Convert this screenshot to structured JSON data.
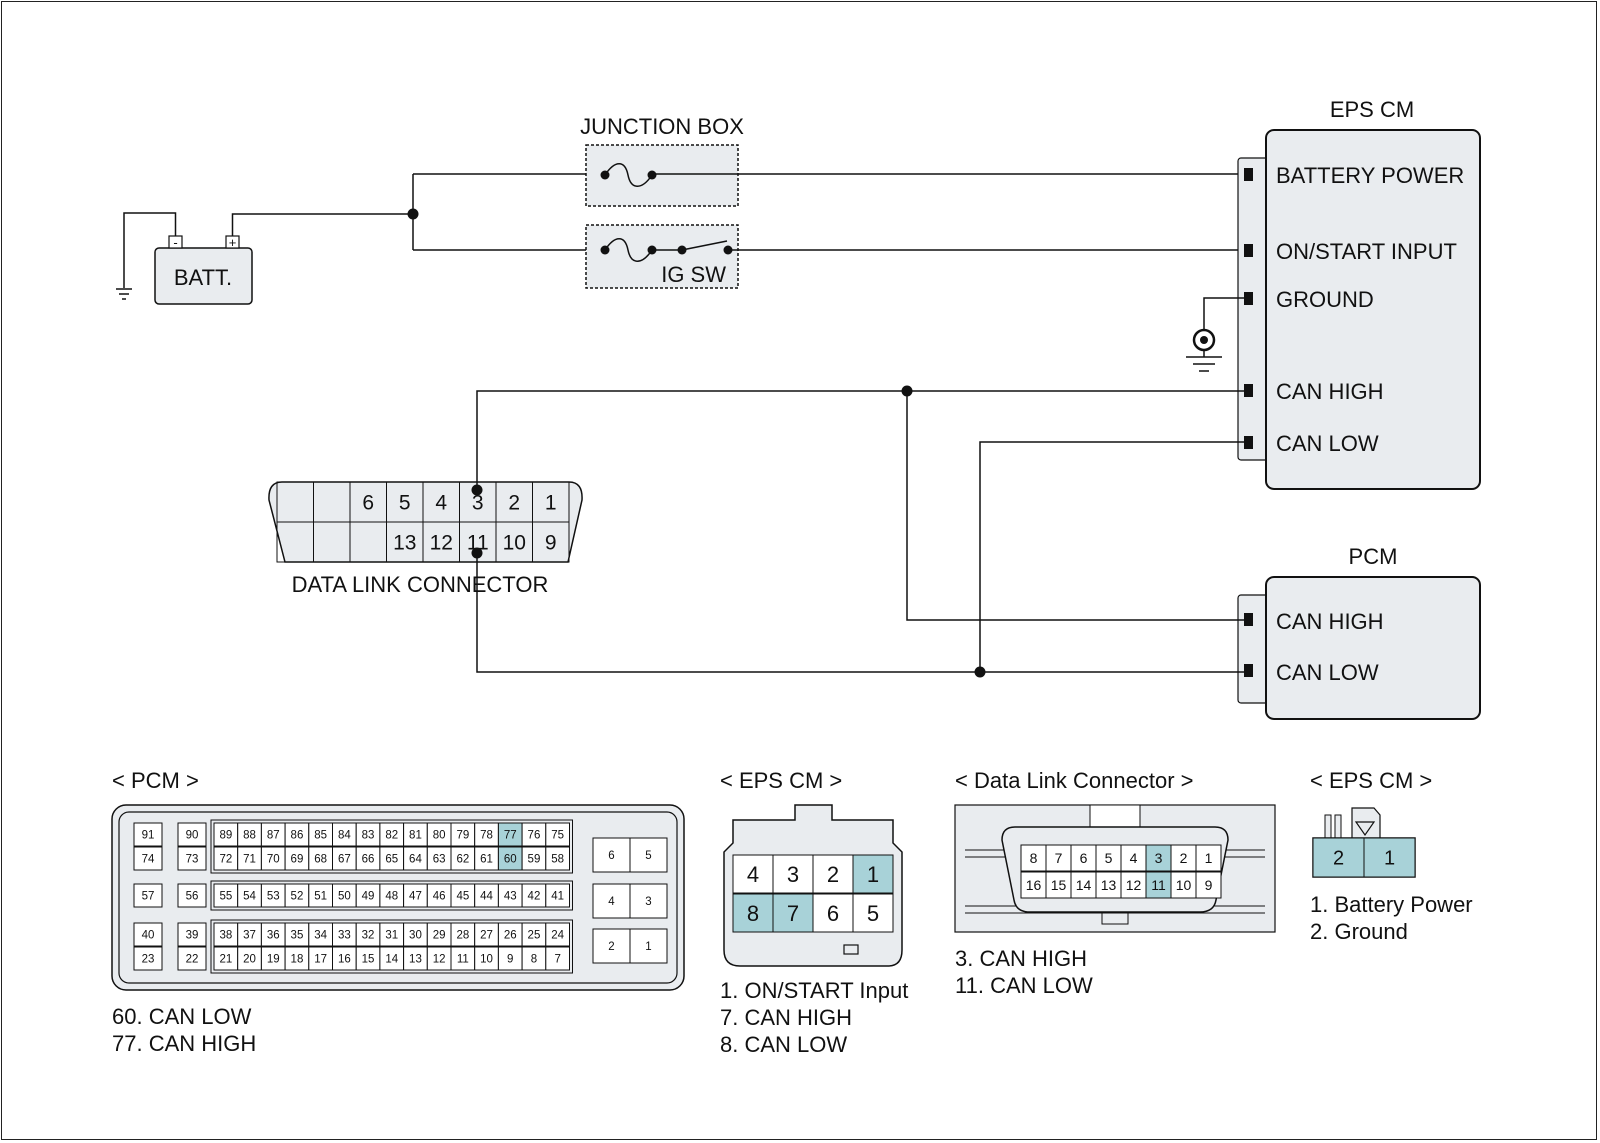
{
  "colors": {
    "line": "#111111",
    "box_fill": "#e9ecef",
    "highlight": "#a8d2d8",
    "white": "#ffffff"
  },
  "modules": {
    "eps_cm": {
      "title": "EPS CM",
      "pins": [
        "BATTERY POWER",
        "ON/START INPUT",
        "GROUND",
        "CAN HIGH",
        "CAN LOW"
      ]
    },
    "pcm": {
      "title": "PCM",
      "pins": [
        "CAN HIGH",
        "CAN LOW"
      ]
    }
  },
  "junction_box": {
    "title": "JUNCTION BOX",
    "ig_switch": "IG SW"
  },
  "battery": {
    "label": "BATT.",
    "neg": "-",
    "pos": "+"
  },
  "dlc": {
    "label": "DATA LINK CONNECTOR",
    "row1": [
      "",
      "",
      "6",
      "5",
      "4",
      "3",
      "2",
      "1"
    ],
    "row2": [
      "",
      "",
      "",
      "13",
      "12",
      "11",
      "10",
      "9"
    ]
  },
  "pcm_connector": {
    "title": "< PCM >",
    "rows": [
      {
        "a": "91",
        "b": "90",
        "main": [
          "89",
          "88",
          "87",
          "86",
          "85",
          "84",
          "83",
          "82",
          "81",
          "80",
          "79",
          "78",
          "77",
          "76",
          "75"
        ],
        "side": [
          "6",
          "5"
        ]
      },
      {
        "a": "74",
        "b": "73",
        "main": [
          "72",
          "71",
          "70",
          "69",
          "68",
          "67",
          "66",
          "65",
          "64",
          "63",
          "62",
          "61",
          "60",
          "59",
          "58"
        ],
        "side": []
      },
      {
        "a": "57",
        "b": "56",
        "main": [
          "55",
          "54",
          "53",
          "52",
          "51",
          "50",
          "49",
          "48",
          "47",
          "46",
          "45",
          "44",
          "43",
          "42",
          "41"
        ],
        "side": [
          "4",
          "3"
        ]
      },
      {
        "a": "40",
        "b": "39",
        "main": [
          "38",
          "37",
          "36",
          "35",
          "34",
          "33",
          "32",
          "31",
          "30",
          "29",
          "28",
          "27",
          "26",
          "25",
          "24"
        ],
        "side": [
          "2",
          "1"
        ]
      },
      {
        "a": "23",
        "b": "22",
        "main": [
          "21",
          "20",
          "19",
          "18",
          "17",
          "16",
          "15",
          "14",
          "13",
          "12",
          "11",
          "10",
          "9",
          "8",
          "7"
        ],
        "side": []
      }
    ],
    "highlight": [
      "77",
      "60"
    ],
    "legend": [
      "60. CAN LOW",
      "77. CAN HIGH"
    ]
  },
  "eps_connector_8": {
    "title": "< EPS CM >",
    "rows": [
      [
        "4",
        "3",
        "2",
        "1"
      ],
      [
        "8",
        "7",
        "6",
        "5"
      ]
    ],
    "highlight": [
      "1",
      "7",
      "8"
    ],
    "legend": [
      "1. ON/START Input",
      "7. CAN HIGH",
      "8. CAN LOW"
    ]
  },
  "dlc_connector": {
    "title": "< Data Link Connector >",
    "rows": [
      [
        "8",
        "7",
        "6",
        "5",
        "4",
        "3",
        "2",
        "1"
      ],
      [
        "16",
        "15",
        "14",
        "13",
        "12",
        "11",
        "10",
        "9"
      ]
    ],
    "highlight": [
      "3",
      "11"
    ],
    "legend": [
      "3. CAN HIGH",
      "11. CAN LOW"
    ]
  },
  "eps_connector_2": {
    "title": "< EPS CM >",
    "pins": [
      "2",
      "1"
    ],
    "legend": [
      "1. Battery Power",
      "2. Ground"
    ]
  }
}
